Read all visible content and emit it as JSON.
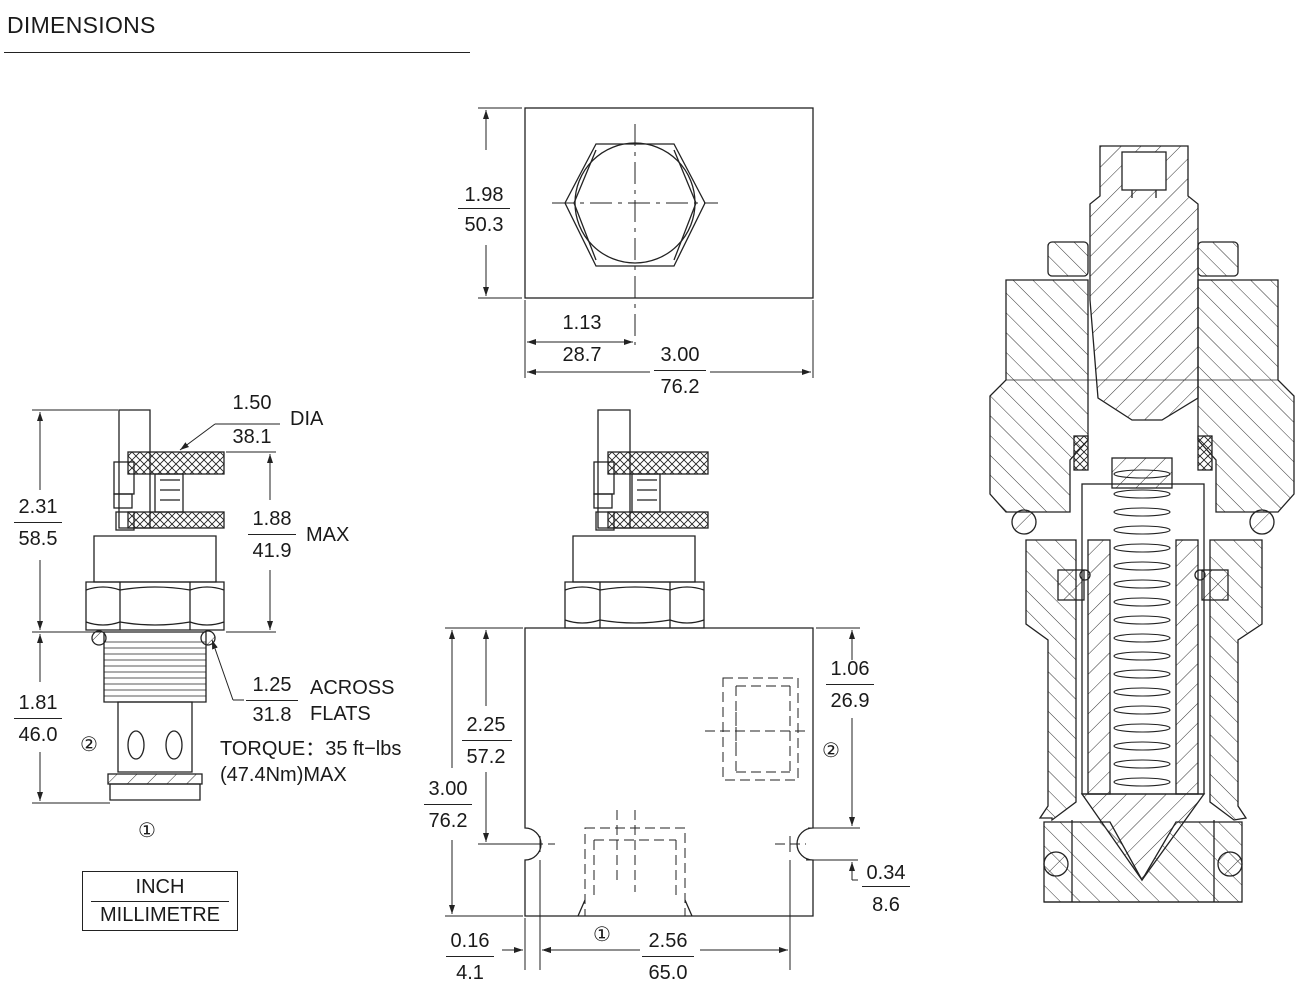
{
  "header": {
    "title": "DIMENSIONS"
  },
  "legend": {
    "inch": "INCH",
    "mm": "MILLIMETRE"
  },
  "labels": {
    "dia": "DIA",
    "max": "MAX",
    "across": "ACROSS",
    "flats": "FLATS",
    "torque_line1": "TORQUE：35 ft−lbs",
    "torque_line2": "(47.4Nm)MAX",
    "port1": "①",
    "port2": "②"
  },
  "dimensions": {
    "top_height": {
      "inch": "1.98",
      "mm": "50.3"
    },
    "top_center": {
      "inch": "1.13",
      "mm": "28.7"
    },
    "top_width": {
      "inch": "3.00",
      "mm": "76.2"
    },
    "dia": {
      "inch": "1.50",
      "mm": "38.1"
    },
    "cart_upper": {
      "inch": "2.31",
      "mm": "58.5"
    },
    "adjust": {
      "inch": "1.88",
      "mm": "41.9"
    },
    "cart_lower": {
      "inch": "1.81",
      "mm": "46.0"
    },
    "flats": {
      "inch": "1.25",
      "mm": "31.8"
    },
    "port2_height": {
      "inch": "1.06",
      "mm": "26.9"
    },
    "port1_height": {
      "inch": "2.25",
      "mm": "57.2"
    },
    "body_height": {
      "inch": "3.00",
      "mm": "76.2"
    },
    "mount_offset": {
      "inch": "0.34",
      "mm": "8.6"
    },
    "edge_offset": {
      "inch": "0.16",
      "mm": "4.1"
    },
    "mount_spacing": {
      "inch": "2.56",
      "mm": "65.0"
    }
  }
}
